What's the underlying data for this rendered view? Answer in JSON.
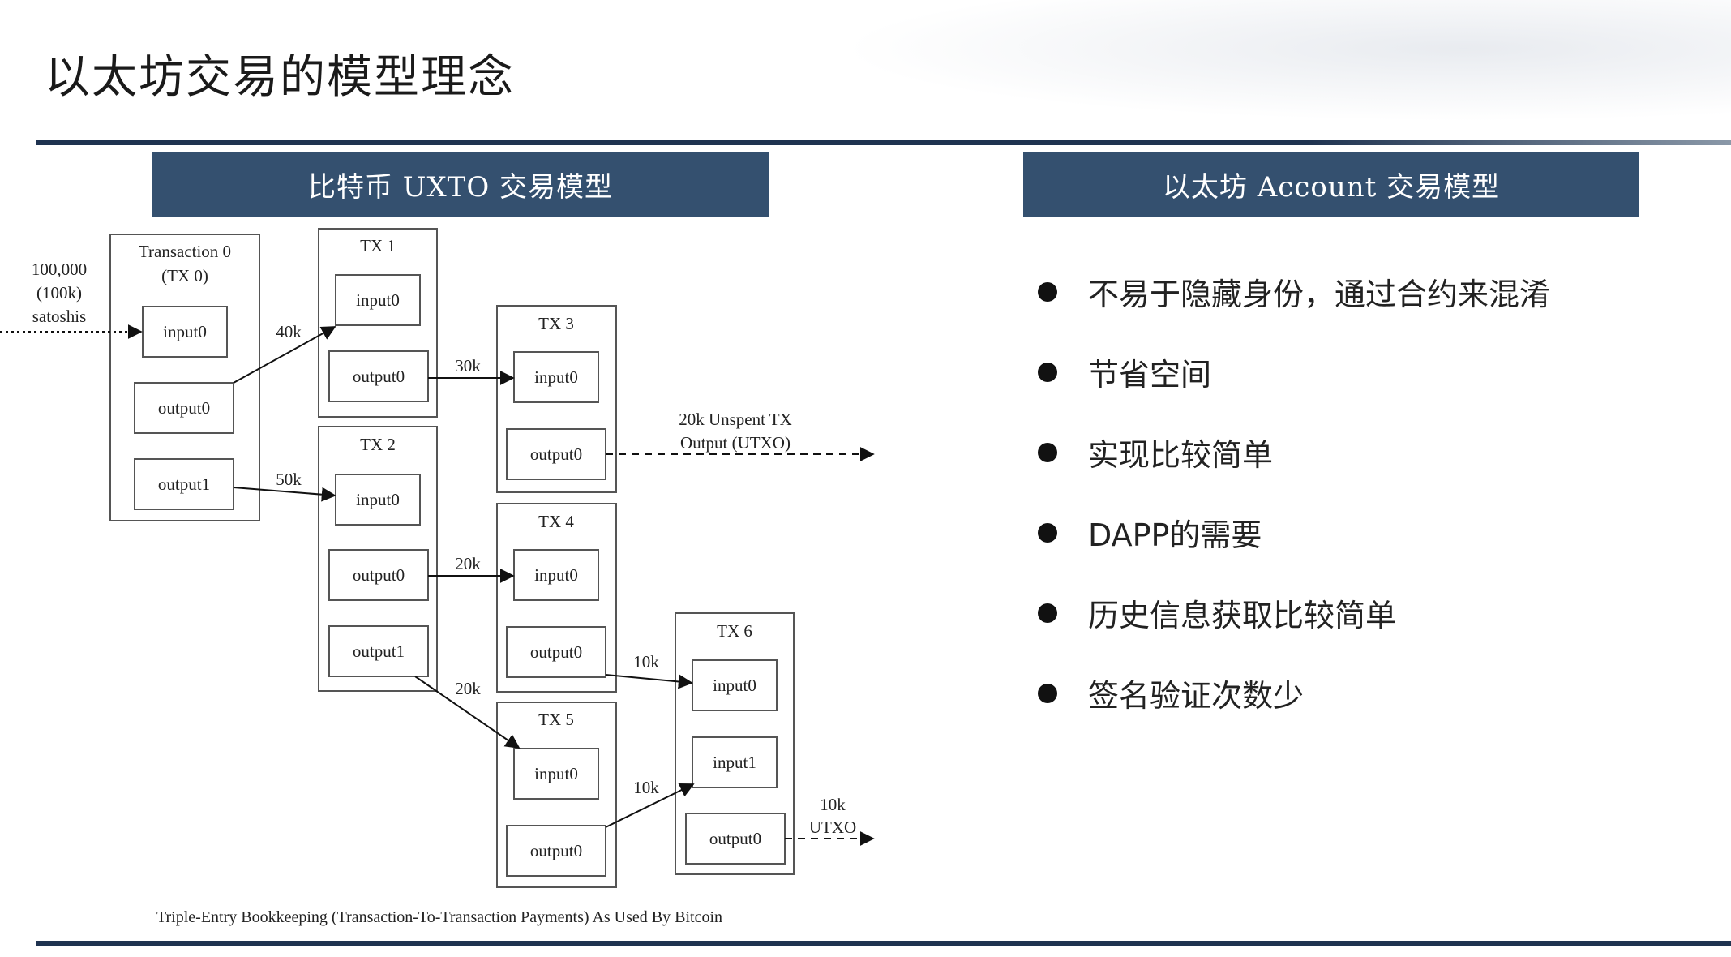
{
  "slide": {
    "title": "以太坊交易的模型理念",
    "left_header": "比特币 UXTO 交易模型",
    "right_header": "以太坊 Account 交易模型",
    "bullets": [
      "不易于隐藏身份，通过合约来混淆",
      "节省空间",
      "实现比较简单",
      "DAPP的需要",
      "历史信息获取比较简单",
      "签名验证次数少"
    ]
  },
  "diagram": {
    "source_label_line1": "100,000",
    "source_label_line2": "(100k)",
    "source_label_line3": "satoshis",
    "tx0_title_line1": "Transaction 0",
    "tx0_title_line2": "(TX 0)",
    "tx1_title": "TX 1",
    "tx2_title": "TX 2",
    "tx3_title": "TX 3",
    "tx4_title": "TX 4",
    "tx5_title": "TX 5",
    "tx6_title": "TX 6",
    "input0": "input0",
    "input1": "input1",
    "output0": "output0",
    "output1": "output1",
    "edge_40k": "40k",
    "edge_50k": "50k",
    "edge_30k": "30k",
    "edge_20k_a": "20k",
    "edge_20k_b": "20k",
    "edge_10k_a": "10k",
    "edge_10k_b": "10k",
    "utxo1_line1": "20k Unspent TX",
    "utxo1_line2": "Output (UTXO)",
    "utxo2_line1": "10k",
    "utxo2_line2": "UTXO",
    "caption": "Triple-Entry Bookkeeping (Transaction-To-Transaction Payments) As Used By Bitcoin"
  }
}
